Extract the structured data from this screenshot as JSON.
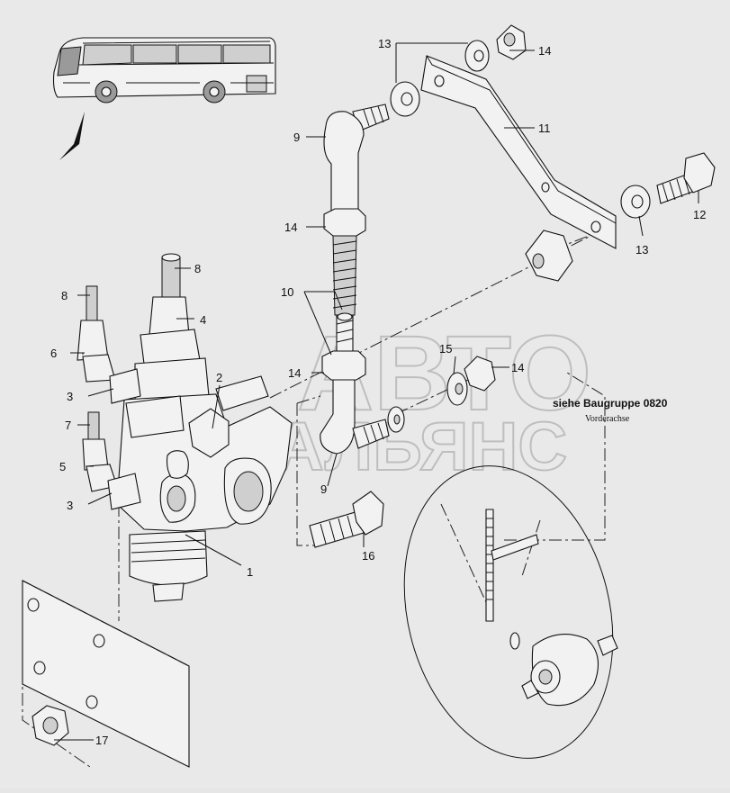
{
  "callouts": {
    "c1": "1",
    "c2": "2",
    "c3a": "3",
    "c3b": "3",
    "c4": "4",
    "c5": "5",
    "c6": "6",
    "c7": "7",
    "c8a": "8",
    "c8b": "8",
    "c9a": "9",
    "c9b": "9",
    "c10": "10",
    "c11": "11",
    "c12": "12",
    "c13a": "13",
    "c13b": "13",
    "c14a": "14",
    "c14b": "14",
    "c14c": "14",
    "c14d": "14",
    "c15": "15",
    "c16": "16",
    "c17": "17"
  },
  "note": {
    "group": "siehe Baugruppe 0820",
    "axle": "Vorderachse"
  },
  "watermark": {
    "line1": "АВТО",
    "line2": "АЛЬЯНС"
  }
}
